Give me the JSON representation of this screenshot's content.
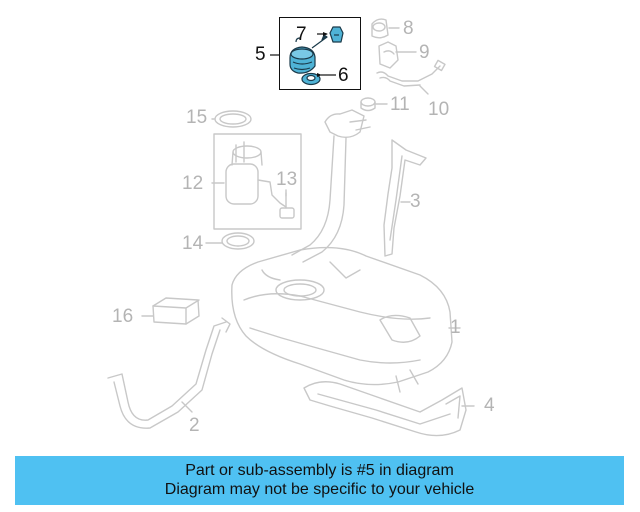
{
  "diagram": {
    "callouts": [
      {
        "id": "1",
        "label": "1"
      },
      {
        "id": "2",
        "label": "2"
      },
      {
        "id": "3",
        "label": "3"
      },
      {
        "id": "4",
        "label": "4"
      },
      {
        "id": "5",
        "label": "5"
      },
      {
        "id": "6",
        "label": "6"
      },
      {
        "id": "7",
        "label": "7"
      },
      {
        "id": "8",
        "label": "8"
      },
      {
        "id": "9",
        "label": "9"
      },
      {
        "id": "10",
        "label": "10"
      },
      {
        "id": "11",
        "label": "11"
      },
      {
        "id": "12",
        "label": "12"
      },
      {
        "id": "13",
        "label": "13"
      },
      {
        "id": "14",
        "label": "14"
      },
      {
        "id": "15",
        "label": "15"
      },
      {
        "id": "16",
        "label": "16"
      }
    ],
    "highlighted_part": "5"
  },
  "banner": {
    "line1": "Part or sub-assembly is #5 in diagram",
    "line2": "Diagram may not be specific to your vehicle",
    "color": "#4fc1f2"
  },
  "colors": {
    "line_art": "#c8c8c8",
    "highlight_fill": "#4fb3d6",
    "active_text": "#111111",
    "inactive_text": "#b4b4b4"
  }
}
